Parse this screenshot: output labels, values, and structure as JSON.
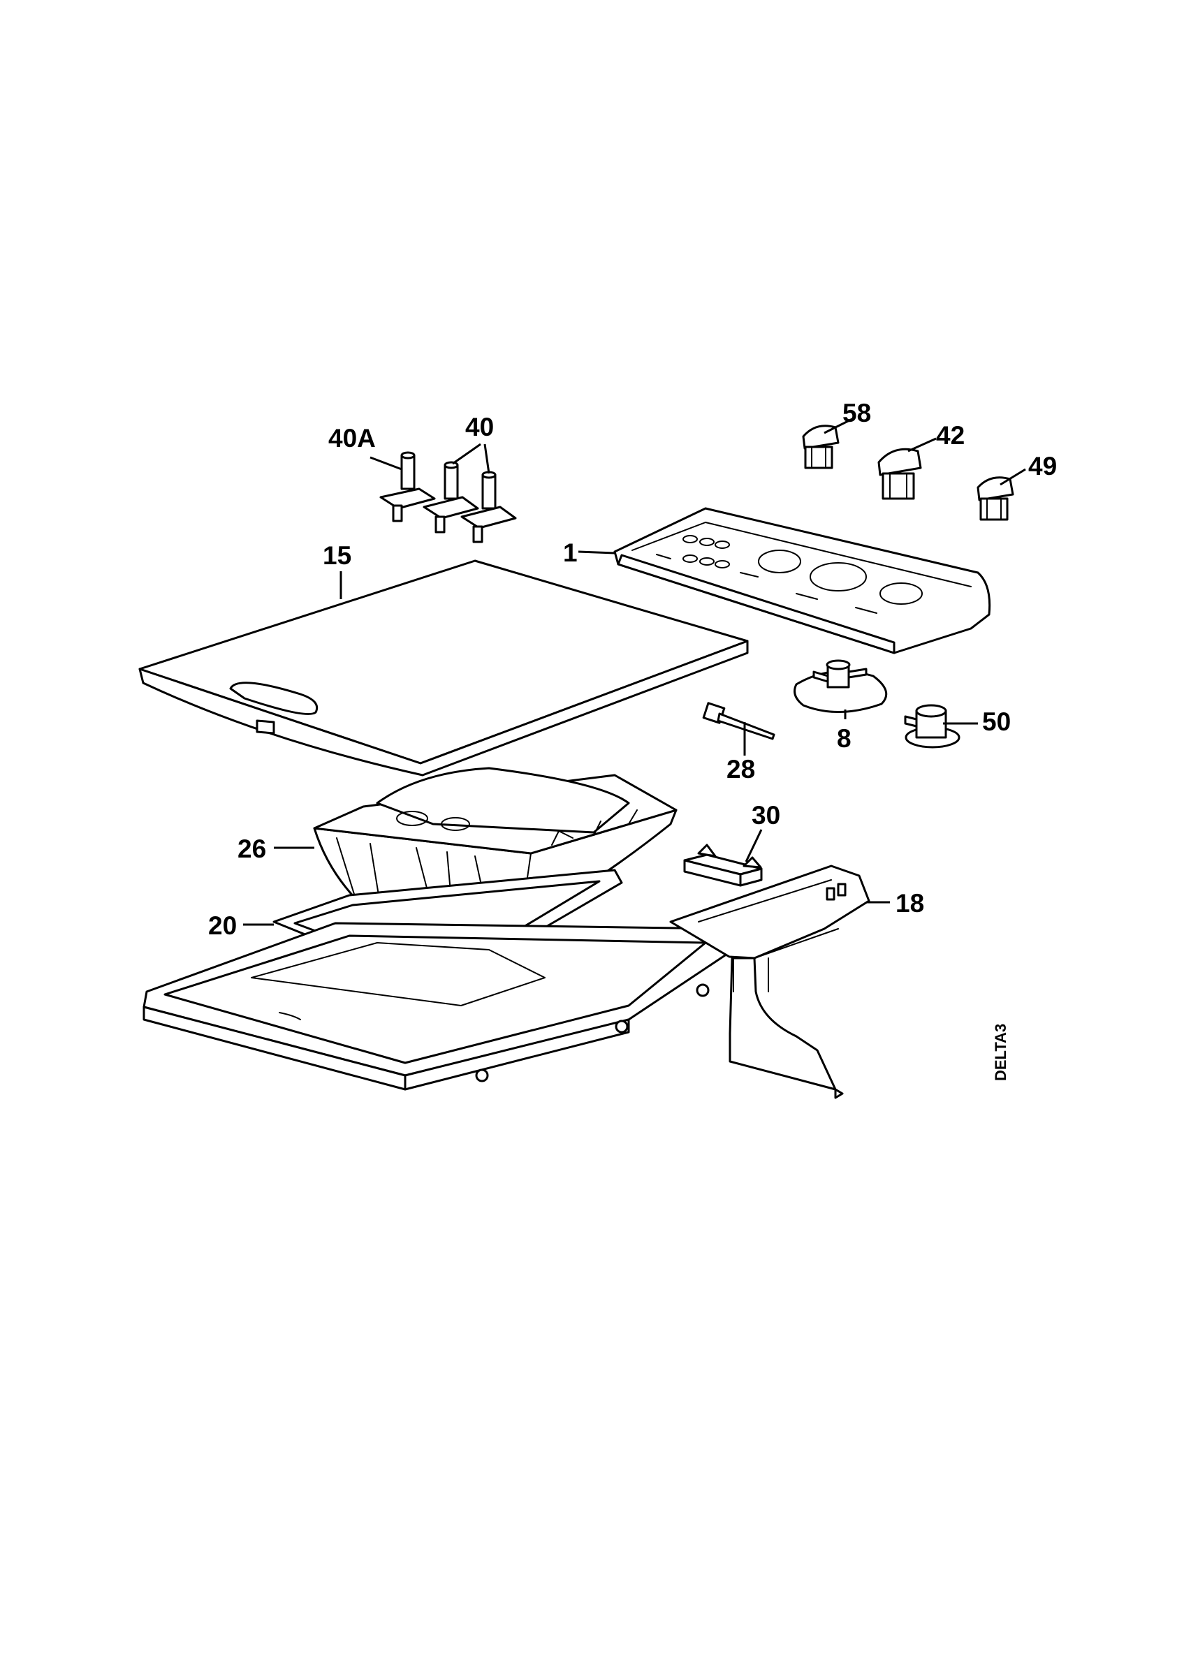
{
  "callouts": {
    "c40a": "40A",
    "c40": "40",
    "c58": "58",
    "c42": "42",
    "c49": "49",
    "c15": "15",
    "c1": "1",
    "c8": "8",
    "c50": "50",
    "c28": "28",
    "c26": "26",
    "c30": "30",
    "c20": "20",
    "c18": "18"
  },
  "drawing_code": "DELTA3",
  "colors": {
    "line": "#000000",
    "background": "#ffffff"
  }
}
